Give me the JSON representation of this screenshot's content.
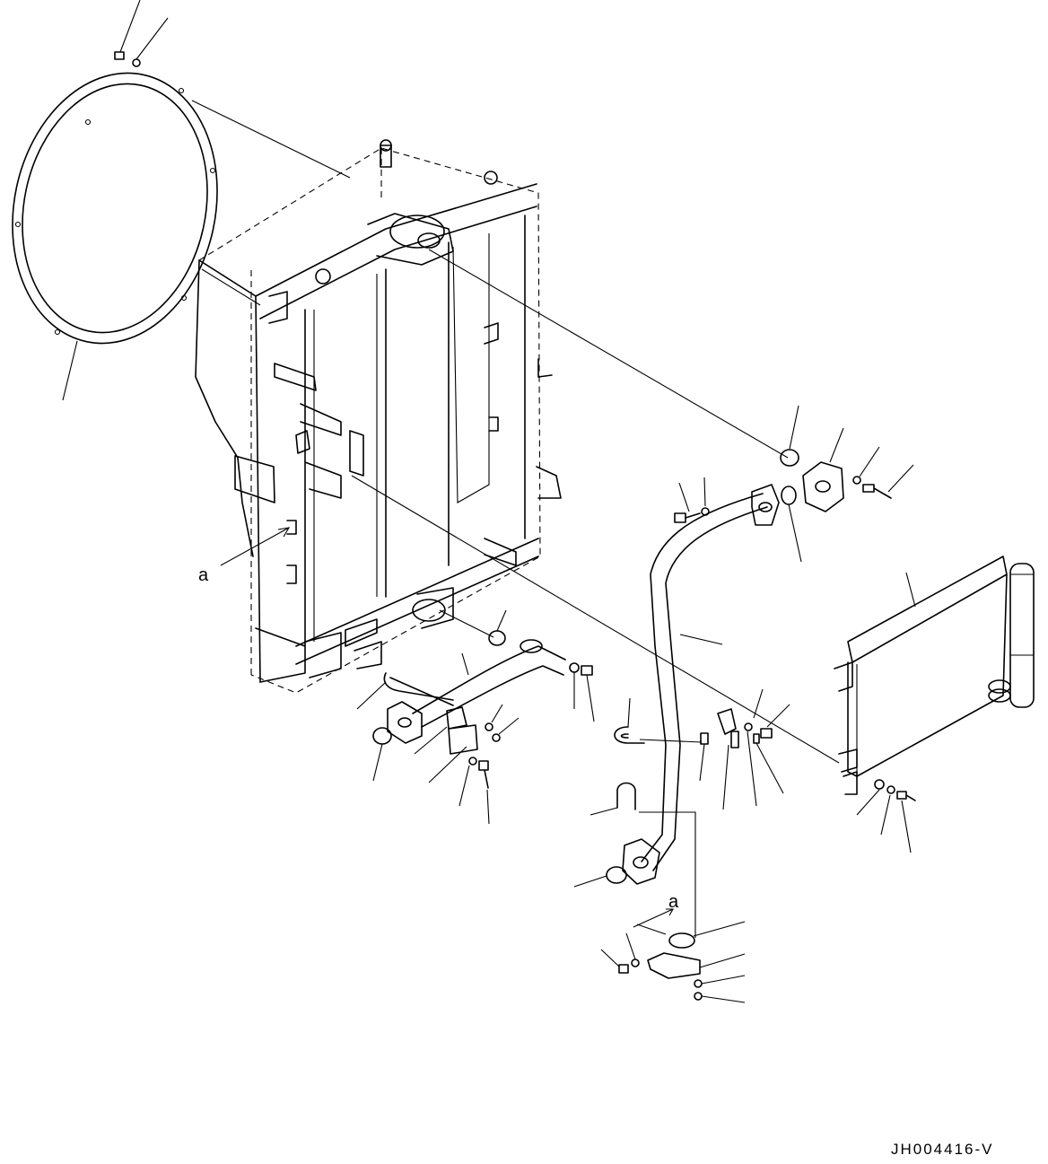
{
  "diagram": {
    "drawing_code": "JH004416-V",
    "reference_labels": [
      "a",
      "a"
    ]
  }
}
